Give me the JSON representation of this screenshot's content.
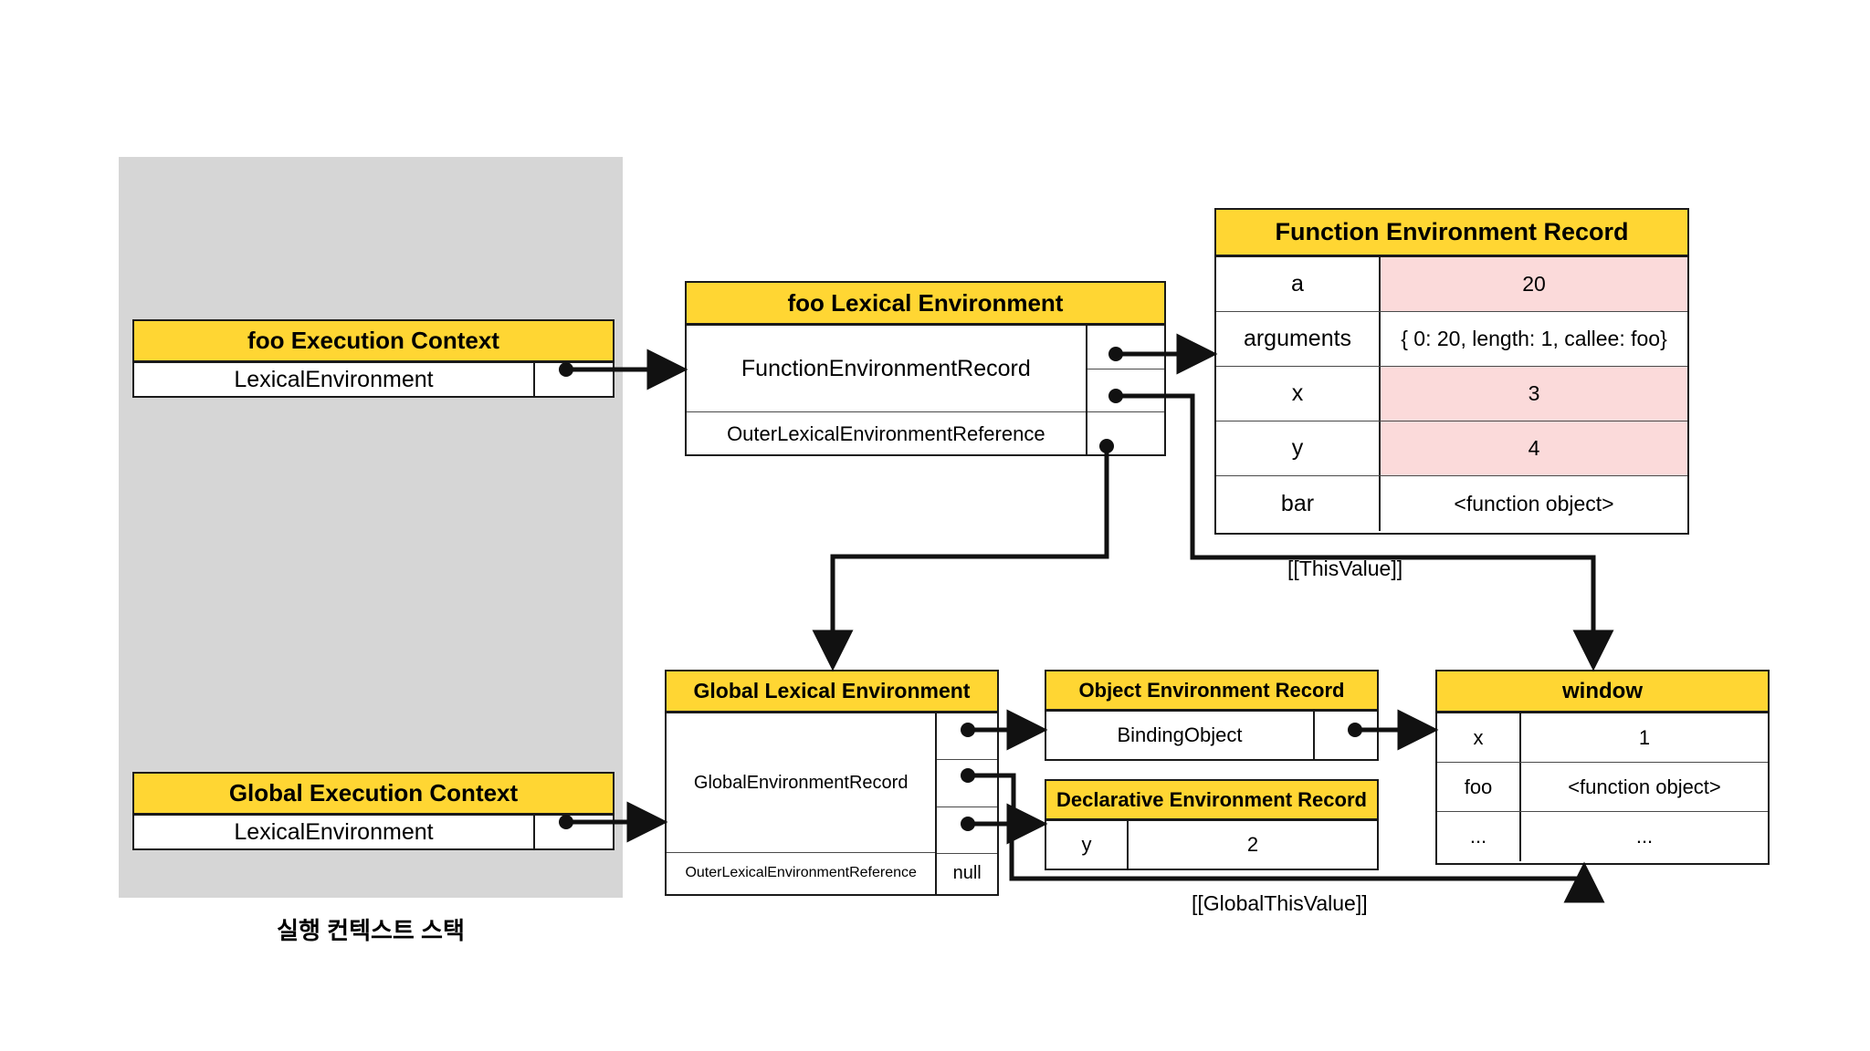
{
  "stack": {
    "caption": "실행 컨텍스트 스택",
    "contexts": [
      {
        "title": "foo Execution Context",
        "field": "LexicalEnvironment"
      },
      {
        "title": "Global Execution Context",
        "field": "LexicalEnvironment"
      }
    ]
  },
  "foo_lexical_environment": {
    "title": "foo Lexical Environment",
    "rows": [
      {
        "key": "FunctionEnvironmentRecord",
        "value": ""
      },
      {
        "key": "OuterLexicalEnvironmentReference",
        "value": ""
      }
    ]
  },
  "function_environment_record": {
    "title": "Function Environment Record",
    "rows": [
      {
        "key": "a",
        "value": "20",
        "highlight": "#fbdada"
      },
      {
        "key": "arguments",
        "value": "{ 0: 20, length: 1, callee: foo}",
        "highlight": "#ffffff"
      },
      {
        "key": "x",
        "value": "3",
        "highlight": "#fbdada"
      },
      {
        "key": "y",
        "value": "4",
        "highlight": "#fbdada"
      },
      {
        "key": "bar",
        "value": "<function object>",
        "highlight": "#ffffff"
      }
    ]
  },
  "global_lexical_environment": {
    "title": "Global Lexical Environment",
    "rows": [
      {
        "key": "GlobalEnvironmentRecord",
        "value": ""
      },
      {
        "key": "OuterLexicalEnvironmentReference",
        "value": "null"
      }
    ]
  },
  "object_environment_record": {
    "title": "Object Environment Record",
    "rows": [
      {
        "key": "BindingObject",
        "value": ""
      }
    ]
  },
  "declarative_environment_record": {
    "title": "Declarative Environment Record",
    "rows": [
      {
        "key": "y",
        "value": "2"
      }
    ]
  },
  "window": {
    "title": "window",
    "rows": [
      {
        "key": "x",
        "value": "1"
      },
      {
        "key": "foo",
        "value": "<function object>"
      },
      {
        "key": "...",
        "value": "..."
      }
    ]
  },
  "edge_labels": {
    "this_value": "[[ThisValue]]",
    "global_this_value": "[[GlobalThisValue]]"
  },
  "colors": {
    "header_yellow": "#ffd633",
    "stack_gray": "#d6d6d6",
    "value_pink": "#fbdada",
    "line_black": "#1a1a1a"
  }
}
